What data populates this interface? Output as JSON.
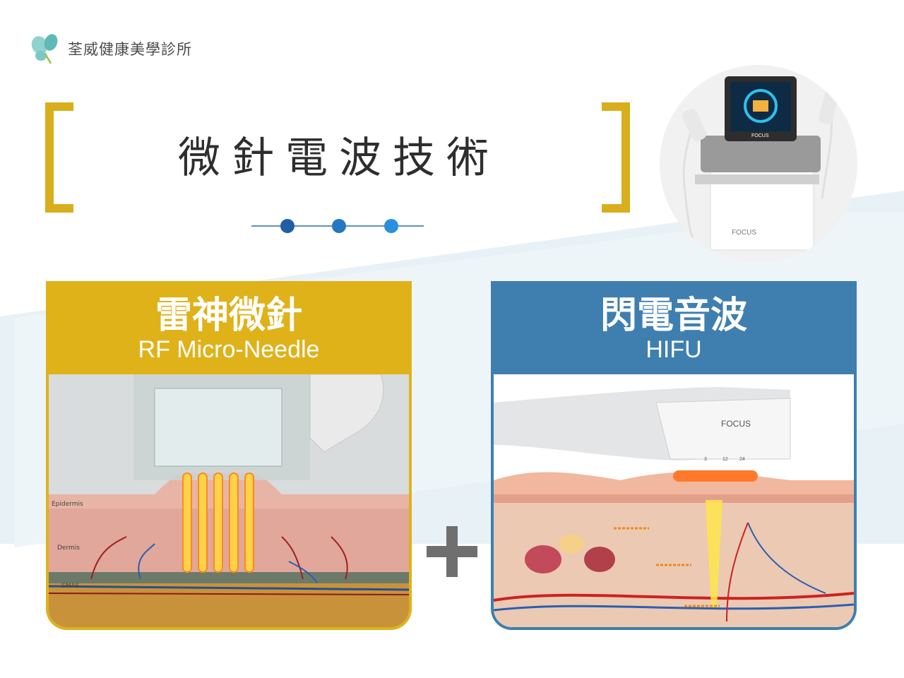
{
  "logo": {
    "name": "荃威健康美學診所"
  },
  "title": "微針電波技術",
  "left_panel": {
    "title": "雷神微針",
    "subtitle": "RF Micro-Needle",
    "layers": {
      "epidermis": "Epidermis",
      "dermis": "Dermis",
      "smas": "SMAS"
    }
  },
  "right_panel": {
    "title": "閃電音波",
    "subtitle": "HIFU",
    "handpiece_brand": "FOCUS",
    "depth_scale": [
      "3",
      "12",
      "24"
    ]
  },
  "device": {
    "brand": "FOCUS"
  },
  "colors": {
    "gold": "#dfb21a",
    "blue": "#3e7fb0",
    "dot_dark": "#1f5fa3",
    "dot_light": "#2a8fdc"
  }
}
